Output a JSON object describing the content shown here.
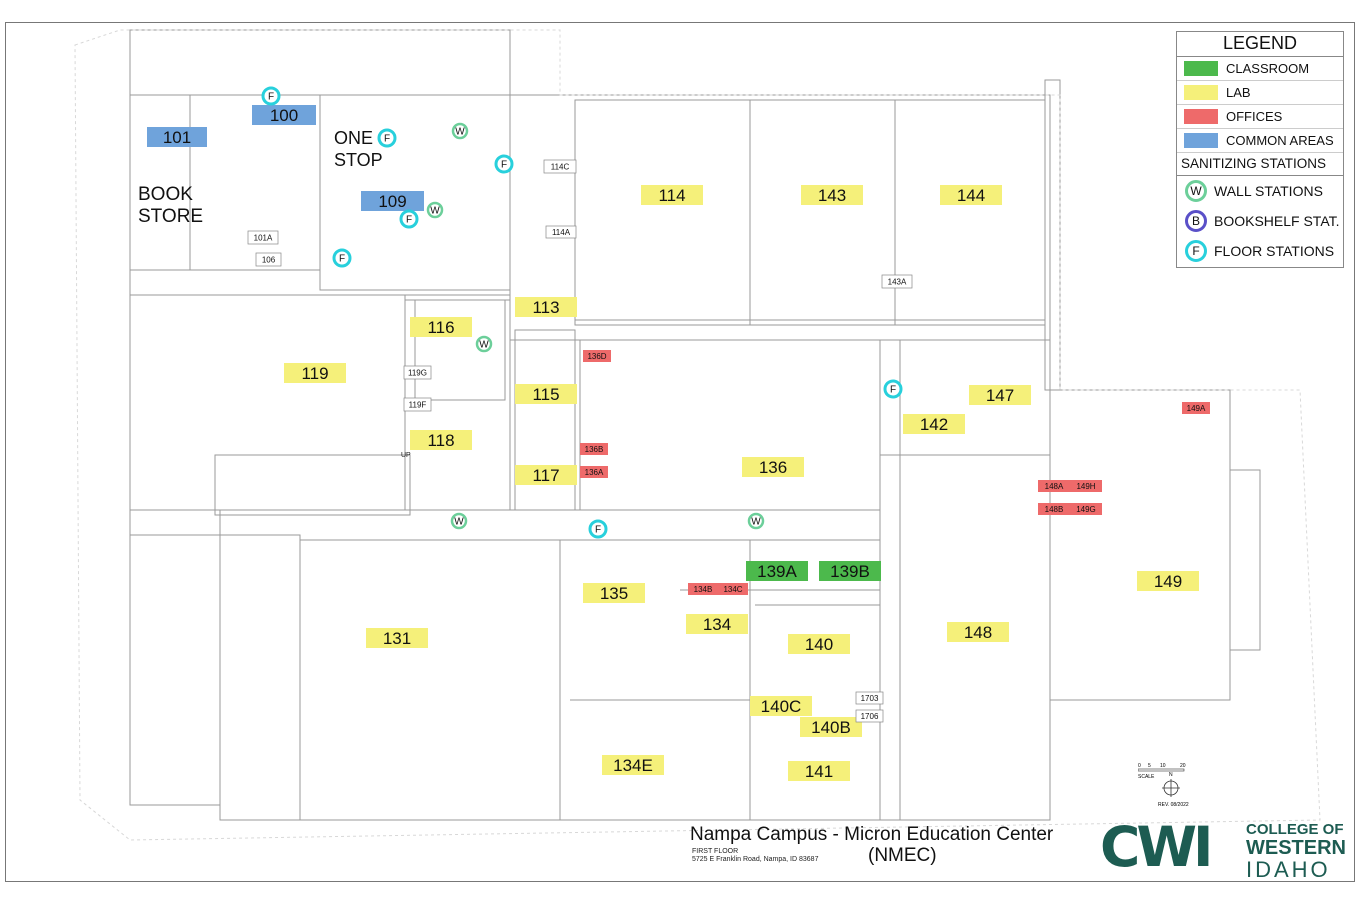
{
  "legend": {
    "title": "LEGEND",
    "items": [
      {
        "label": "CLASSROOM",
        "color": "#4cb94c"
      },
      {
        "label": "LAB",
        "color": "#f5f07a"
      },
      {
        "label": "OFFICES",
        "color": "#ee6a6a"
      },
      {
        "label": "COMMON AREAS",
        "color": "#6fa3db"
      }
    ],
    "stations_title": "SANITIZING STATIONS",
    "stations": [
      {
        "letter": "W",
        "label": "WALL STATIONS",
        "ring": "#6ccf9a"
      },
      {
        "letter": "B",
        "label": "BOOKSHELF STAT.",
        "ring": "#5a50c8"
      },
      {
        "letter": "F",
        "label": "FLOOR STATIONS",
        "ring": "#28d0dc"
      }
    ]
  },
  "colors": {
    "classroom": "#4cb94c",
    "lab": "#f5f07a",
    "office": "#ee6a6a",
    "common": "#6fa3db",
    "wall_ring": "#6ccf9a",
    "floor_ring": "#28d0dc",
    "brand": "#1d5c52"
  },
  "rooms": [
    {
      "id": "101",
      "type": "common",
      "size": "L"
    },
    {
      "id": "100",
      "type": "common",
      "size": "L"
    },
    {
      "id": "109",
      "type": "common",
      "size": "L"
    },
    {
      "id": "114",
      "type": "lab",
      "size": "L"
    },
    {
      "id": "143",
      "type": "lab",
      "size": "L"
    },
    {
      "id": "144",
      "type": "lab",
      "size": "L"
    },
    {
      "id": "113",
      "type": "lab",
      "size": "L"
    },
    {
      "id": "116",
      "type": "lab",
      "size": "L"
    },
    {
      "id": "119",
      "type": "lab",
      "size": "L"
    },
    {
      "id": "115",
      "type": "lab",
      "size": "L"
    },
    {
      "id": "118",
      "type": "lab",
      "size": "L"
    },
    {
      "id": "117",
      "type": "lab",
      "size": "L"
    },
    {
      "id": "136",
      "type": "lab",
      "size": "L"
    },
    {
      "id": "142",
      "type": "lab",
      "size": "L"
    },
    {
      "id": "147",
      "type": "lab",
      "size": "L"
    },
    {
      "id": "149",
      "type": "lab",
      "size": "L"
    },
    {
      "id": "139A",
      "type": "classroom",
      "size": "L"
    },
    {
      "id": "139B",
      "type": "classroom",
      "size": "L"
    },
    {
      "id": "135",
      "type": "lab",
      "size": "L"
    },
    {
      "id": "131",
      "type": "lab",
      "size": "L"
    },
    {
      "id": "134",
      "type": "lab",
      "size": "L"
    },
    {
      "id": "140",
      "type": "lab",
      "size": "L"
    },
    {
      "id": "148",
      "type": "lab",
      "size": "L"
    },
    {
      "id": "140C",
      "type": "lab",
      "size": "L"
    },
    {
      "id": "140B",
      "type": "lab",
      "size": "L"
    },
    {
      "id": "134E",
      "type": "lab",
      "size": "L"
    },
    {
      "id": "141",
      "type": "lab",
      "size": "L"
    },
    {
      "id": "136D",
      "type": "office",
      "size": "S"
    },
    {
      "id": "136B",
      "type": "office",
      "size": "S"
    },
    {
      "id": "136A",
      "type": "office",
      "size": "S"
    },
    {
      "id": "149A",
      "type": "office",
      "size": "S"
    },
    {
      "id": "148A",
      "type": "office",
      "size": "S"
    },
    {
      "id": "149H",
      "type": "office",
      "size": "S"
    },
    {
      "id": "148B",
      "type": "office",
      "size": "S"
    },
    {
      "id": "149G",
      "type": "office",
      "size": "S"
    },
    {
      "id": "134B",
      "type": "office",
      "size": "S"
    },
    {
      "id": "134C",
      "type": "office",
      "size": "S"
    },
    {
      "id": "114C",
      "type": "plain",
      "size": "S"
    },
    {
      "id": "114A",
      "type": "plain",
      "size": "S"
    },
    {
      "id": "143A",
      "type": "plain",
      "size": "S"
    },
    {
      "id": "101A",
      "type": "plain",
      "size": "S"
    },
    {
      "id": "106",
      "type": "plain",
      "size": "S"
    },
    {
      "id": "119G",
      "type": "plain",
      "size": "S"
    },
    {
      "id": "119F",
      "type": "plain",
      "size": "S"
    },
    {
      "id": "1703",
      "type": "plain",
      "size": "S"
    },
    {
      "id": "1706",
      "type": "plain",
      "size": "S"
    }
  ],
  "area_labels": [
    {
      "id": "book",
      "lines": [
        "BOOK",
        "STORE"
      ]
    },
    {
      "id": "onestop",
      "lines": [
        "ONE",
        "STOP"
      ]
    },
    {
      "id": "up",
      "lines": [
        "UP"
      ]
    }
  ],
  "stations": [
    {
      "letter": "F"
    },
    {
      "letter": "F"
    },
    {
      "letter": "F"
    },
    {
      "letter": "F"
    },
    {
      "letter": "F"
    },
    {
      "letter": "F"
    },
    {
      "letter": "F"
    },
    {
      "letter": "W"
    },
    {
      "letter": "W"
    },
    {
      "letter": "W"
    },
    {
      "letter": "W"
    },
    {
      "letter": "W"
    }
  ],
  "footer": {
    "title": "Nampa Campus - Micron Education Center",
    "subtitle": "(NMEC)",
    "floor": "FIRST FLOOR",
    "address": "5725 E Franklin Road, Nampa, ID 83687"
  },
  "logo": {
    "mark": "CWI",
    "line1": "COLLEGE OF",
    "line2": "WESTERN",
    "line3": "IDAHO"
  },
  "scale": {
    "ticks": [
      "0",
      "5",
      "10",
      "20"
    ],
    "label": "SCALE",
    "north": "N",
    "rev": "REV. 08/2022"
  }
}
